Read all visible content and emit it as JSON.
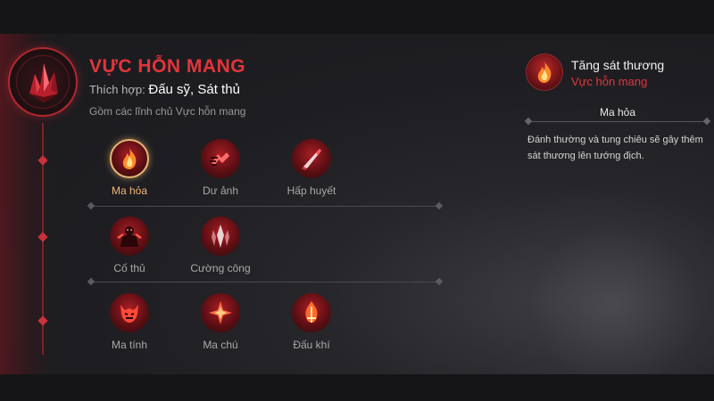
{
  "faction": {
    "title": "VỰC HỖN MANG",
    "suitable_label": "Thích hợp:",
    "suitable_value": "Đấu sỹ, Sát thủ",
    "description": "Gồm các lĩnh chủ Vực hỗn mang"
  },
  "skills": [
    {
      "label": "Ma hỏa",
      "icon": "flame-icon",
      "selected": true
    },
    {
      "label": "Dư ảnh",
      "icon": "dash-icon"
    },
    {
      "label": "Hấp huyết",
      "icon": "blade-icon"
    },
    {
      "label": "Cố thủ",
      "icon": "guardian-icon"
    },
    {
      "label": "Cường công",
      "icon": "spear-icon"
    },
    {
      "label": "Ma tính",
      "icon": "demon-icon"
    },
    {
      "label": "Ma chú",
      "icon": "rune-icon"
    },
    {
      "label": "Đấu khí",
      "icon": "sword-flame-icon"
    }
  ],
  "detail": {
    "title": "Tăng sát thương",
    "subtitle": "Vực hỗn mang",
    "skill_name": "Ma hỏa",
    "description": "Đánh thường và tung chiêu sẽ gây thêm sát thương lên tướng địch."
  },
  "colors": {
    "accent_red": "#e3343b",
    "selected_gold": "#f0b572",
    "background": "#1e1e22"
  }
}
